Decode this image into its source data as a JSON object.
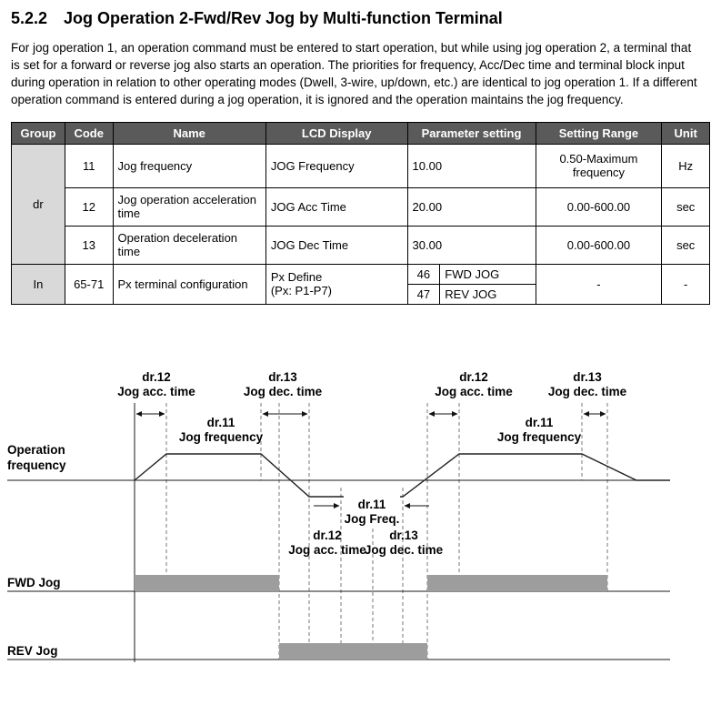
{
  "heading": {
    "number": "5.2.2",
    "title": "Jog Operation 2-Fwd/Rev Jog by Multi-function Terminal"
  },
  "intro": "For jog operation 1, an operation command must be entered to start operation, but while using jog operation 2, a terminal that is set for a forward or reverse jog also starts an operation. The priorities for frequency, Acc/Dec time and terminal block input during operation in relation to other operating modes (Dwell, 3-wire, up/down, etc.) are identical to jog operation 1. If a different operation command is entered during a jog operation, it is ignored and the operation maintains the jog frequency.",
  "table": {
    "headers": [
      "Group",
      "Code",
      "Name",
      "LCD Display",
      "Parameter setting",
      "Setting Range",
      "Unit"
    ],
    "groups": [
      {
        "label": "dr"
      },
      {
        "label": "In"
      }
    ],
    "rows": [
      {
        "code": "11",
        "name": "Jog frequency",
        "lcd": "JOG Frequency",
        "param": "10.00",
        "range": "0.50-Maximum frequency",
        "unit": "Hz"
      },
      {
        "code": "12",
        "name": "Jog operation acceleration time",
        "lcd": "JOG Acc Time",
        "param": "20.00",
        "range": "0.00-600.00",
        "unit": "sec"
      },
      {
        "code": "13",
        "name": "Operation deceleration time",
        "lcd": "JOG Dec Time",
        "param": "30.00",
        "range": "0.00-600.00",
        "unit": "sec"
      },
      {
        "code": "65-71",
        "name": "Px terminal configuration",
        "lcd": "Px Define\n(Px: P1-P7)",
        "param_sub": [
          {
            "code": "46",
            "label": "FWD JOG"
          },
          {
            "code": "47",
            "label": "REV JOG"
          }
        ],
        "range": "-",
        "unit": "-"
      }
    ]
  },
  "diagram": {
    "axis_label": {
      "line1": "Operation",
      "line2": "frequency"
    },
    "top_labels": [
      {
        "code": "dr.12",
        "text": "Jog acc. time"
      },
      {
        "code": "dr.13",
        "text": "Jog dec. time"
      },
      {
        "code": "dr.12",
        "text": "Jog acc. time"
      },
      {
        "code": "dr.13",
        "text": "Jog dec. time"
      }
    ],
    "freq_labels": [
      {
        "code": "dr.11",
        "text": "Jog frequency"
      },
      {
        "code": "dr.11",
        "text": "Jog frequency"
      }
    ],
    "rev_freq_label": {
      "code": "dr.11",
      "text": "Jog Freq."
    },
    "rev_acc_label": {
      "code": "dr.12",
      "text": "Jog acc. time"
    },
    "rev_dec_label": {
      "code": "dr.13",
      "text": "Jog dec. time"
    },
    "fwd_jog_label": "FWD Jog",
    "rev_jog_label": "REV Jog"
  },
  "colors": {
    "header_bg": "#5a5a5a",
    "header_text": "#ffffff",
    "group_cell_bg": "#d9d9d9",
    "jog_bar_fill": "#9d9d9d",
    "line_color": "#1a1a1a"
  }
}
